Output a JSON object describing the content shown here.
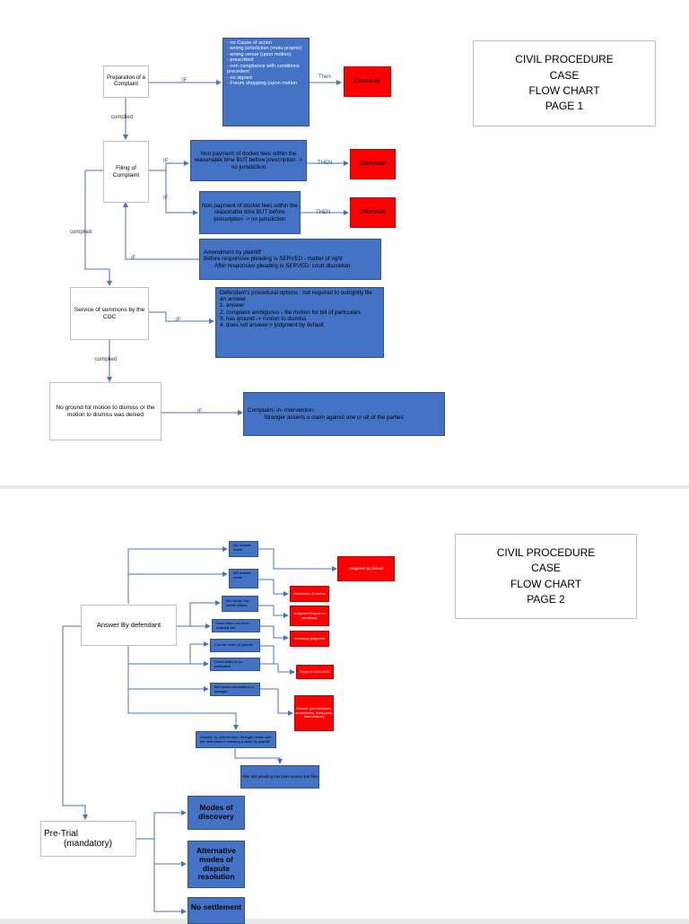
{
  "page1": {
    "title": [
      "CIVIL PROCEDURE",
      "CASE",
      "FLOW CHART",
      "PAGE 1"
    ],
    "preparation": "Preparation of a Complaint",
    "grounds": "- no Cause of action\n- wrong jurisdiction (motu proprio)\n- wrong venue (upon motion)\n- prescribed\n- non compliance with conditions precedent\n- no signed\n      - Forum shopping (upon motion",
    "filing": "Filing of Complaint",
    "nonpay1": "Non payment of docket fees within the reasonable time BUT before prescription -> no jurisdiction",
    "nonpay2": "Non payment of docket fees within the reasonable time BUT before prescription -> no jurisdiction",
    "amendment_1": "Amendment by plaintiff",
    "amendment_2": "Before responsive pleading is SERVED - matter of right",
    "amendment_3": "After responsive pleading is SERVED- court discretion",
    "service": "Service of summons by the COC",
    "options": "Defendant's procedural options : not required to outrightly file an answer\n1. answer\n2. complaint ambiguous - file motion for bill of particulars\n3. has ground -> motion to dismiss\n4. does not answer-> judgment by default",
    "noground": "No ground for motion to dismiss or the motion to dismiss was denied",
    "intervention_1": "Complaint- in- intervention:",
    "intervention_2": "Stranger asserts a claim against one or all of the parties",
    "dismiss": "Dismissal",
    "if": "IF",
    "then1": "Then",
    "then2": "THEN",
    "then3": "THEN",
    "complied": "complied"
  },
  "page2": {
    "title": [
      "CIVIL PROCEDURE",
      "CASE",
      "FLOW CHART",
      "PAGE 2"
    ],
    "answer": "Answer By defendant",
    "b1": "NO answer made",
    "b2": "NO answer made",
    "b3": "NO denial. No triable issues",
    "b4": "Issue does not cover material fact",
    "b5": "Counter claim to plaintiff",
    "b6": "Cross claim to co-defendant",
    "b7": "third party complaint to a stranger",
    "b8": "Answer- in- intervention: Stranger unites with the defendant in resisting a claim by plaintiff",
    "b9": "After last pleading has been served and filed",
    "r1": "Judgment by default",
    "r2": "Admission of claims",
    "r3": "Judgment based on pleadings",
    "r4": "Summary judgment",
    "r5": "Reply to COC/ACC",
    "r6": "Answer (counterclaim, crossclaims, third-party, intervention)",
    "pretrial_1": "Pre-Trial",
    "pretrial_2": "(mandatory)",
    "modes": "Modes of discovery",
    "adr": "Alternative modes of dispute resolution",
    "nosettle": "No settlement"
  }
}
